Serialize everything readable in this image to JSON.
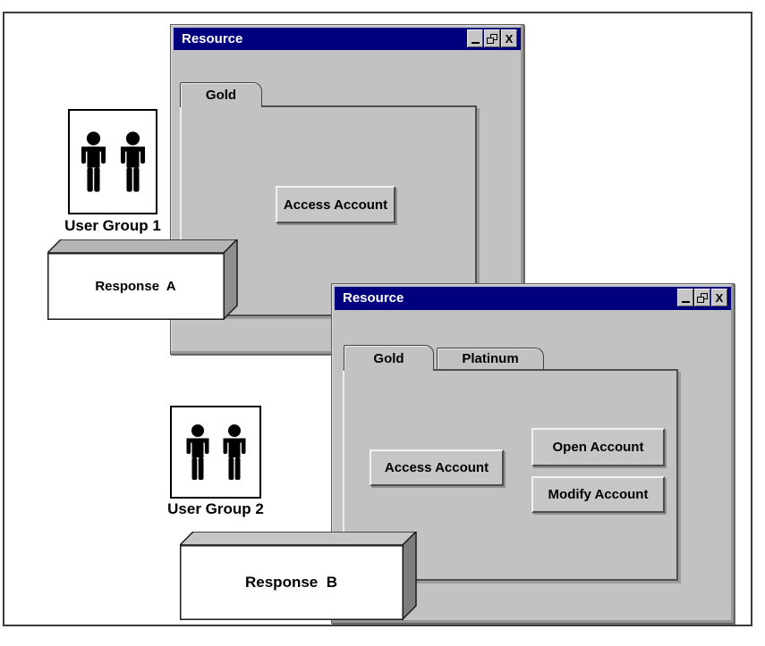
{
  "colors": {
    "titlebar_bg": "#00007f",
    "titlebar_text": "#ffffff",
    "window_bg": "#c2c2c2",
    "box_front": "#ffffff",
    "box_top": "#b5b5b5",
    "box_side": "#8e8e8e"
  },
  "icons": {
    "close_glyph": "X"
  },
  "windows": [
    {
      "title": "Resource",
      "controls": [
        "minimize-icon",
        "restore-icon",
        "close-icon"
      ],
      "tabs": [
        {
          "label": "Gold",
          "active": true
        }
      ],
      "buttons": [
        {
          "label": "Access Account"
        }
      ]
    },
    {
      "title": "Resource",
      "controls": [
        "minimize-icon",
        "restore-icon",
        "close-icon"
      ],
      "tabs": [
        {
          "label": "Gold",
          "active": true
        },
        {
          "label": "Platinum",
          "active": false
        }
      ],
      "buttons": [
        {
          "label": "Access Account"
        },
        {
          "label": "Open Account"
        },
        {
          "label": "Modify Account"
        }
      ]
    }
  ],
  "user_groups": [
    {
      "label": "User Group 1"
    },
    {
      "label": "User Group 2"
    }
  ],
  "responses": [
    {
      "label": "Response  A"
    },
    {
      "label": "Response  B"
    }
  ]
}
